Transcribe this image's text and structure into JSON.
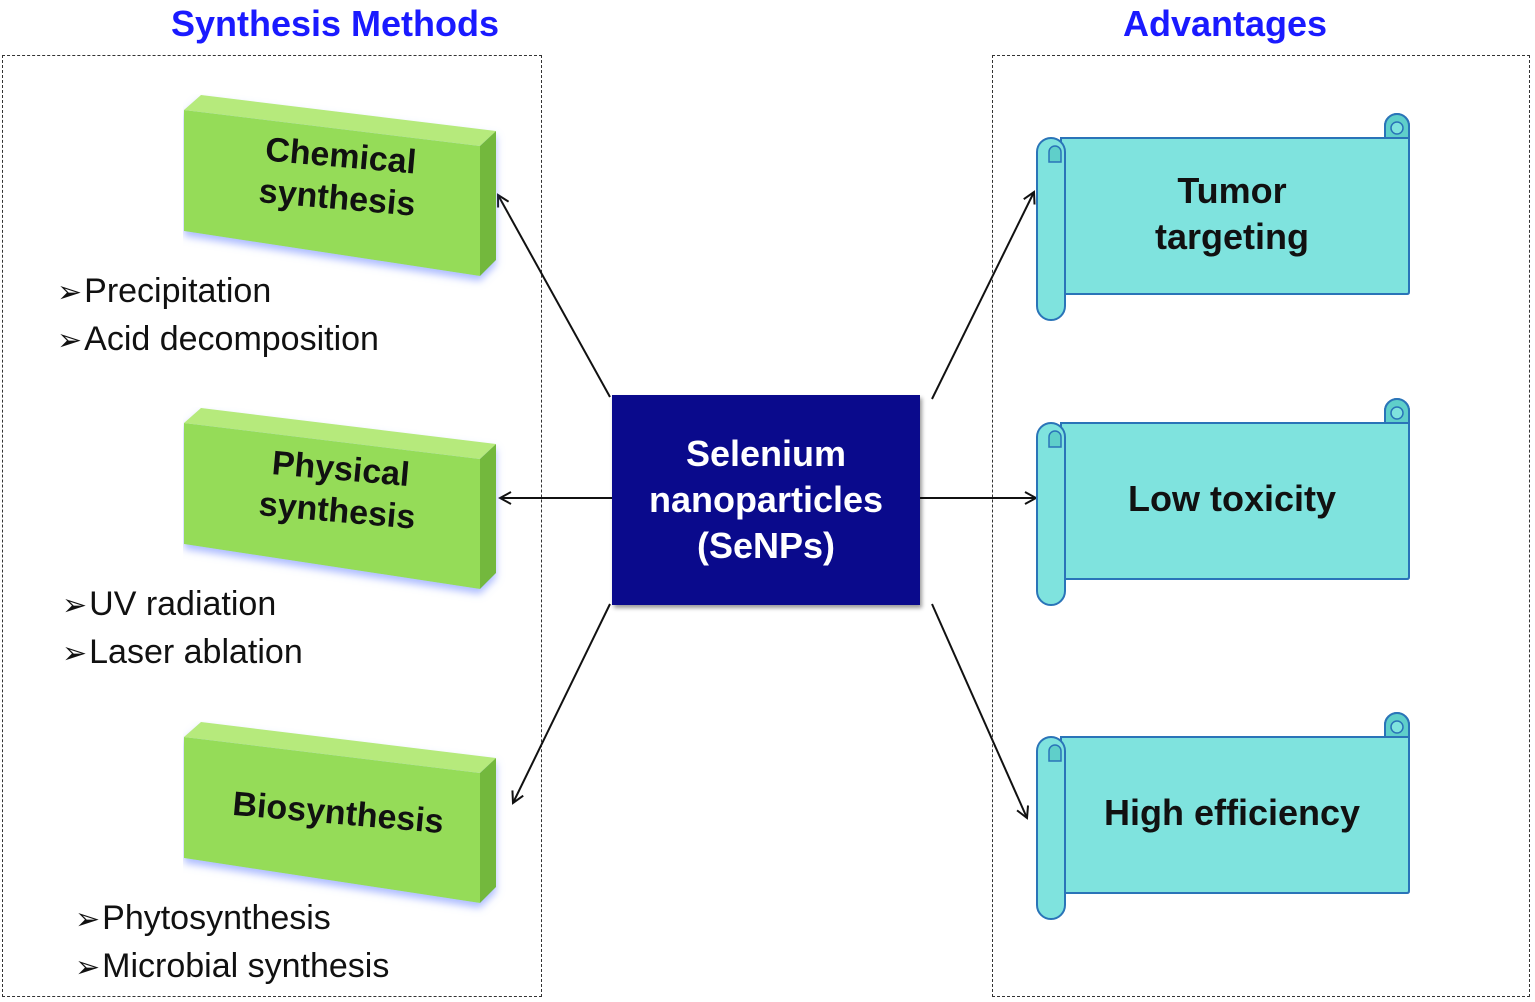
{
  "sections": {
    "methods_title": "Synthesis Methods",
    "advantages_title": "Advantages"
  },
  "center": {
    "line1": "Selenium",
    "line2": "nanoparticles",
    "line3": "(SeNPs)"
  },
  "methods": [
    {
      "line1": "Chemical",
      "line2": "synthesis",
      "items": [
        "Precipitation",
        "Acid decomposition"
      ]
    },
    {
      "line1": "Physical",
      "line2": "synthesis",
      "items": [
        "UV radiation",
        "Laser ablation"
      ]
    },
    {
      "line1": "Biosynthesis",
      "line2": "",
      "items": [
        "Phytosynthesis",
        "Microbial synthesis"
      ]
    }
  ],
  "advantages": [
    {
      "line1": "Tumor",
      "line2": "targeting"
    },
    {
      "line1": "Low toxicity",
      "line2": ""
    },
    {
      "line1": "High efficiency",
      "line2": ""
    }
  ],
  "colors": {
    "title_blue": "#1a1aff",
    "center_fill": "#0a0a8c",
    "method_green": "#95dc58",
    "scroll_teal": "#7fe3de",
    "scroll_border": "#2a74b8"
  }
}
